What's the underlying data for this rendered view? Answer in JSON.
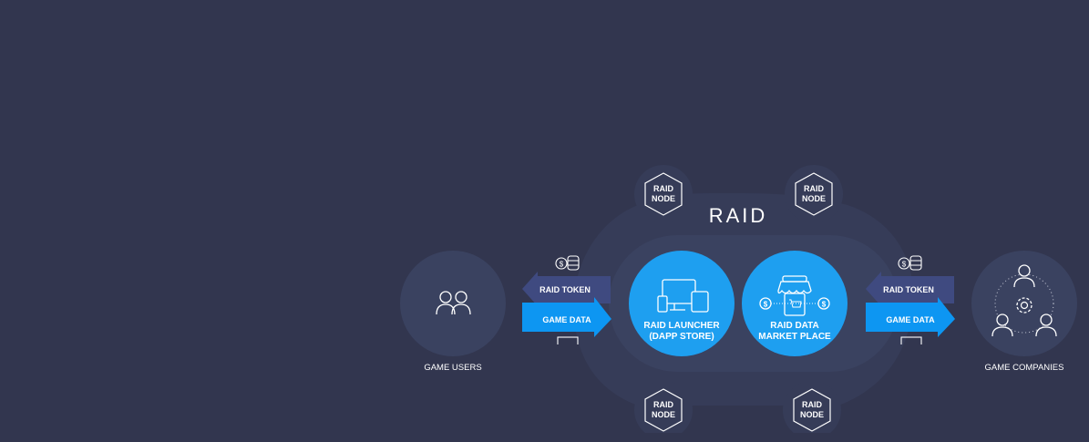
{
  "brand": "RAID",
  "nodes": [
    {
      "line1": "RAID",
      "line2": "NODE"
    },
    {
      "line1": "RAID",
      "line2": "NODE"
    },
    {
      "line1": "RAID",
      "line2": "NODE"
    },
    {
      "line1": "RAID",
      "line2": "NODE"
    }
  ],
  "launcher": {
    "line1": "RAID LAUNCHER",
    "line2": "(DAPP STORE)"
  },
  "marketplace": {
    "line1": "RAID DATA",
    "line2": "MARKET PLACE"
  },
  "users": {
    "label": "GAME USERS"
  },
  "companies": {
    "label": "GAME COMPANIES"
  },
  "left_flow": {
    "token": "RAID TOKEN",
    "data": "GAME DATA"
  },
  "right_flow": {
    "token": "RAID TOKEN",
    "data": "GAME DATA"
  },
  "colors": {
    "background": "#32364f",
    "accent": "#1e9ff0",
    "token_arrow": "#3f4a80",
    "data_arrow": "#0d96f2"
  }
}
